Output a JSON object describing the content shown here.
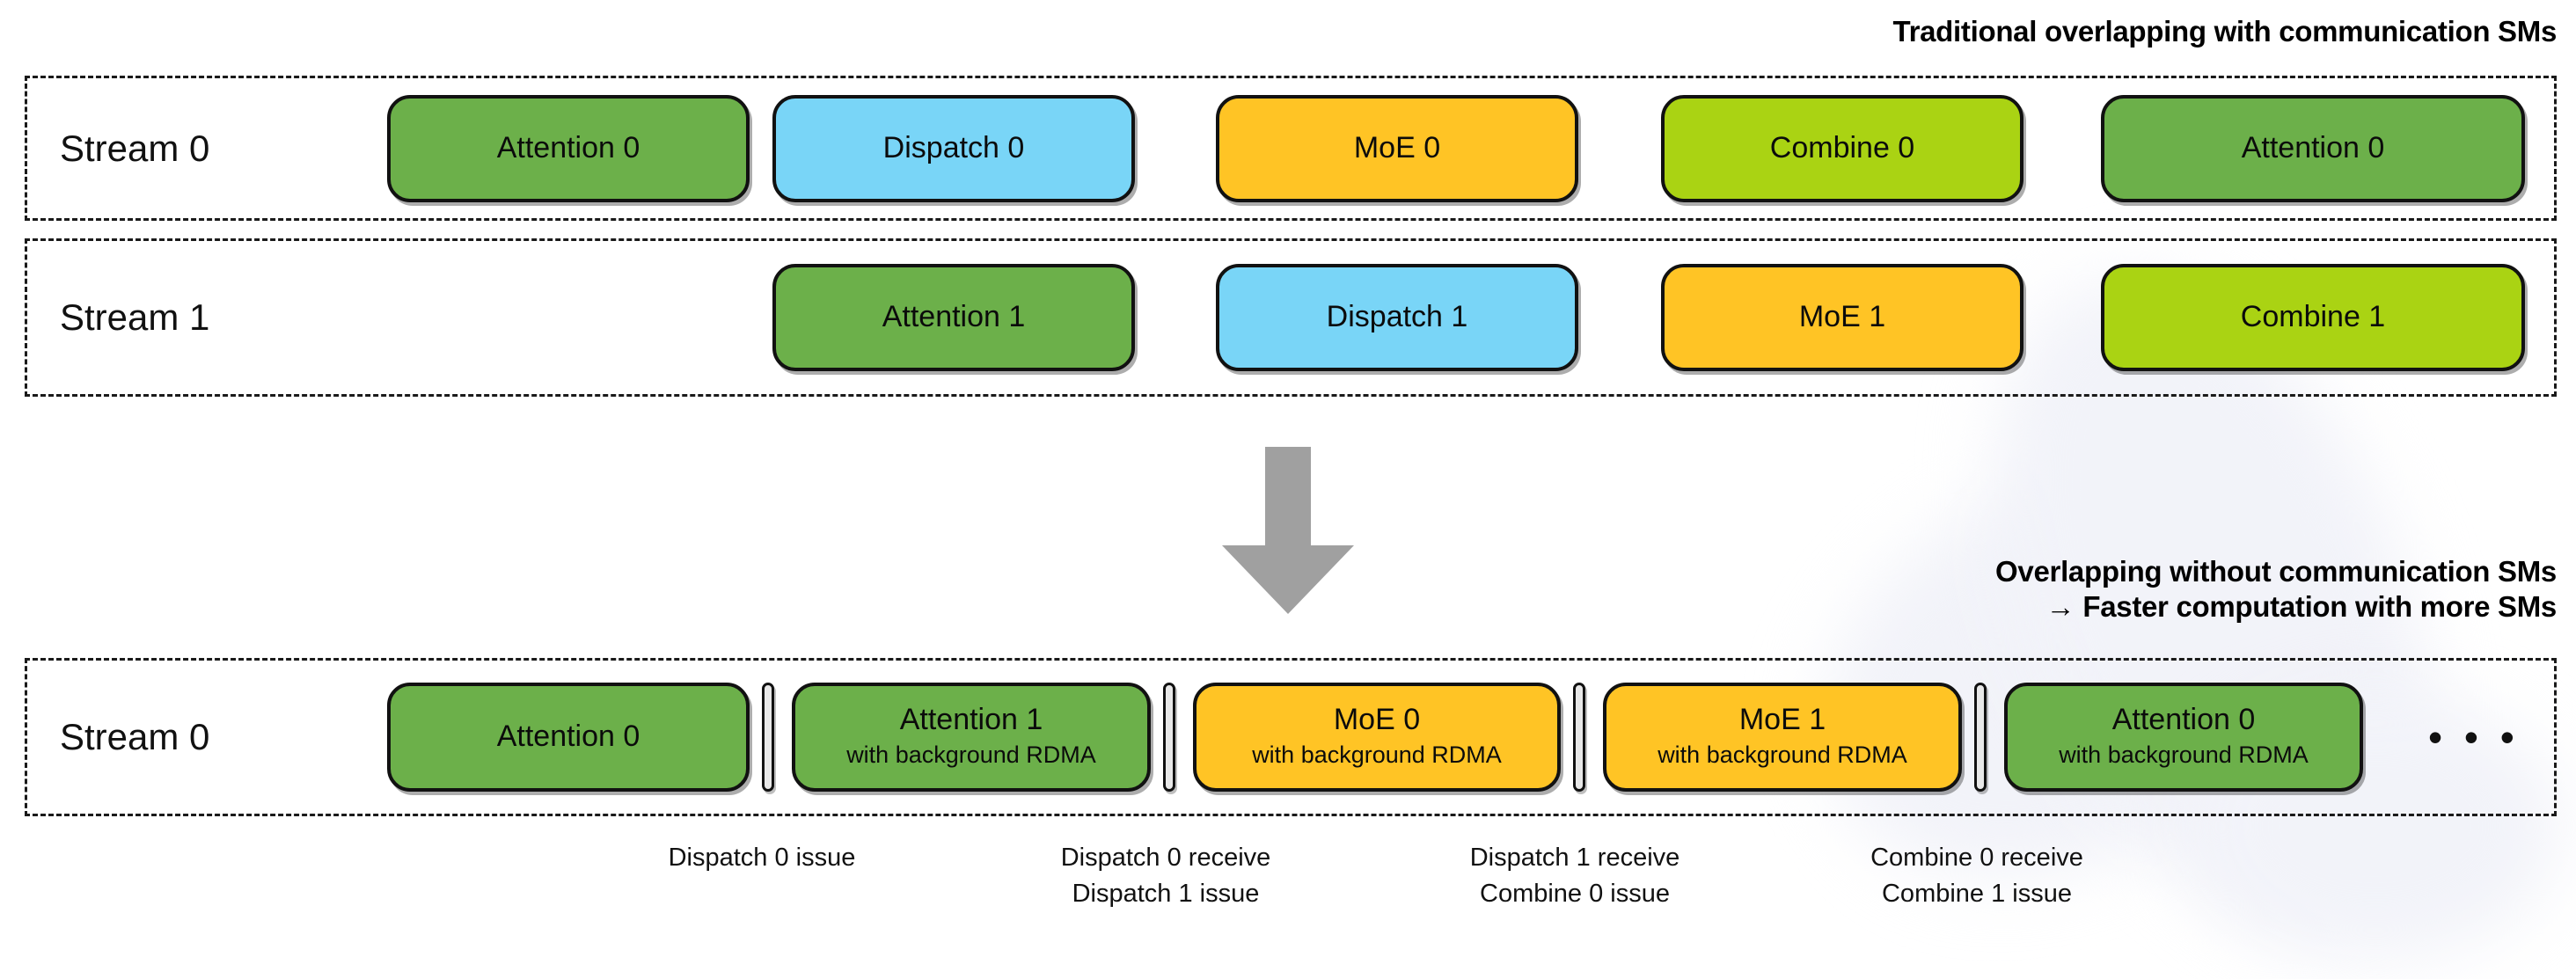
{
  "headings": {
    "top": "Traditional overlapping with communication SMs",
    "bottom_line1": "Overlapping without communication SMs",
    "bottom_line2": "→ Faster computation with more SMs"
  },
  "colors": {
    "attention": "#6CB04A",
    "dispatch": "#79D5F7",
    "moe": "#FFC425",
    "combine": "#AAD313",
    "outline": "#111111",
    "arrow": "#A0A0A0",
    "separator": "#E8E8E8",
    "lane_border": "#1A1A1A"
  },
  "lanes": [
    {
      "id": "stream0-top",
      "label": "Stream 0",
      "blocks": [
        {
          "title": "Attention 0",
          "sub": "",
          "kind": "attention"
        },
        {
          "title": "Dispatch 0",
          "sub": "",
          "kind": "dispatch"
        },
        {
          "title": "MoE 0",
          "sub": "",
          "kind": "moe"
        },
        {
          "title": "Combine 0",
          "sub": "",
          "kind": "combine"
        },
        {
          "title": "Attention 0",
          "sub": "",
          "kind": "attention"
        }
      ]
    },
    {
      "id": "stream1-top",
      "label": "Stream 1",
      "blocks": [
        {
          "title": "Attention 1",
          "sub": "",
          "kind": "attention"
        },
        {
          "title": "Dispatch 1",
          "sub": "",
          "kind": "dispatch"
        },
        {
          "title": "MoE 1",
          "sub": "",
          "kind": "moe"
        },
        {
          "title": "Combine 1",
          "sub": "",
          "kind": "combine"
        }
      ]
    },
    {
      "id": "stream0-bottom",
      "label": "Stream 0",
      "ellipsis": "• • •",
      "blocks": [
        {
          "title": "Attention 0",
          "sub": "",
          "kind": "attention"
        },
        {
          "title": "Attention 1",
          "sub": "with background RDMA",
          "kind": "attention"
        },
        {
          "title": "MoE 0",
          "sub": "with background RDMA",
          "kind": "moe"
        },
        {
          "title": "MoE 1",
          "sub": "with background RDMA",
          "kind": "moe"
        },
        {
          "title": "Attention 0",
          "sub": "with background RDMA",
          "kind": "attention"
        }
      ]
    }
  ],
  "captions": [
    {
      "text": "Dispatch 0 issue"
    },
    {
      "text": "Dispatch 0 receive\nDispatch 1 issue"
    },
    {
      "text": "Dispatch 1 receive\nCombine 0 issue"
    },
    {
      "text": "Combine 0 receive\nCombine 1 issue"
    }
  ]
}
